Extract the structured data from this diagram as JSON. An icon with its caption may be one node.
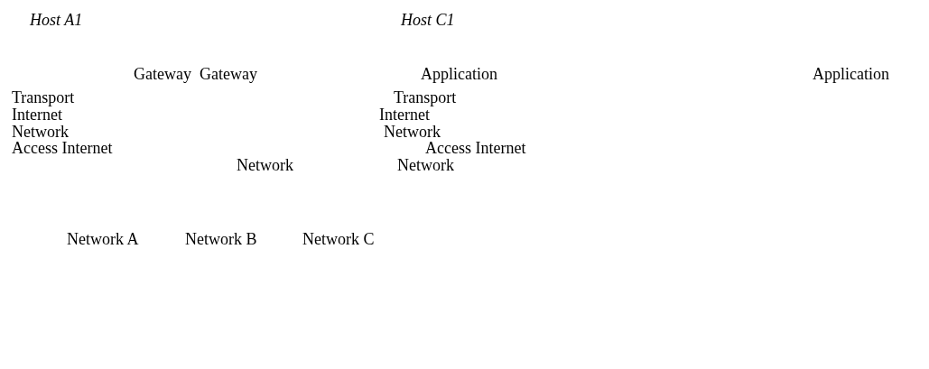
{
  "diagram": {
    "labels": [
      "Host A1",
      "Host C1",
      "Gateway",
      "Gateway",
      "Application",
      "Application",
      "Transport",
      "Transport",
      "Internet",
      "Internet",
      "Network",
      "Network",
      "Access Internet",
      "Access Internet",
      "Network",
      "Network",
      "Network A",
      "Network B",
      "Network C"
    ]
  }
}
